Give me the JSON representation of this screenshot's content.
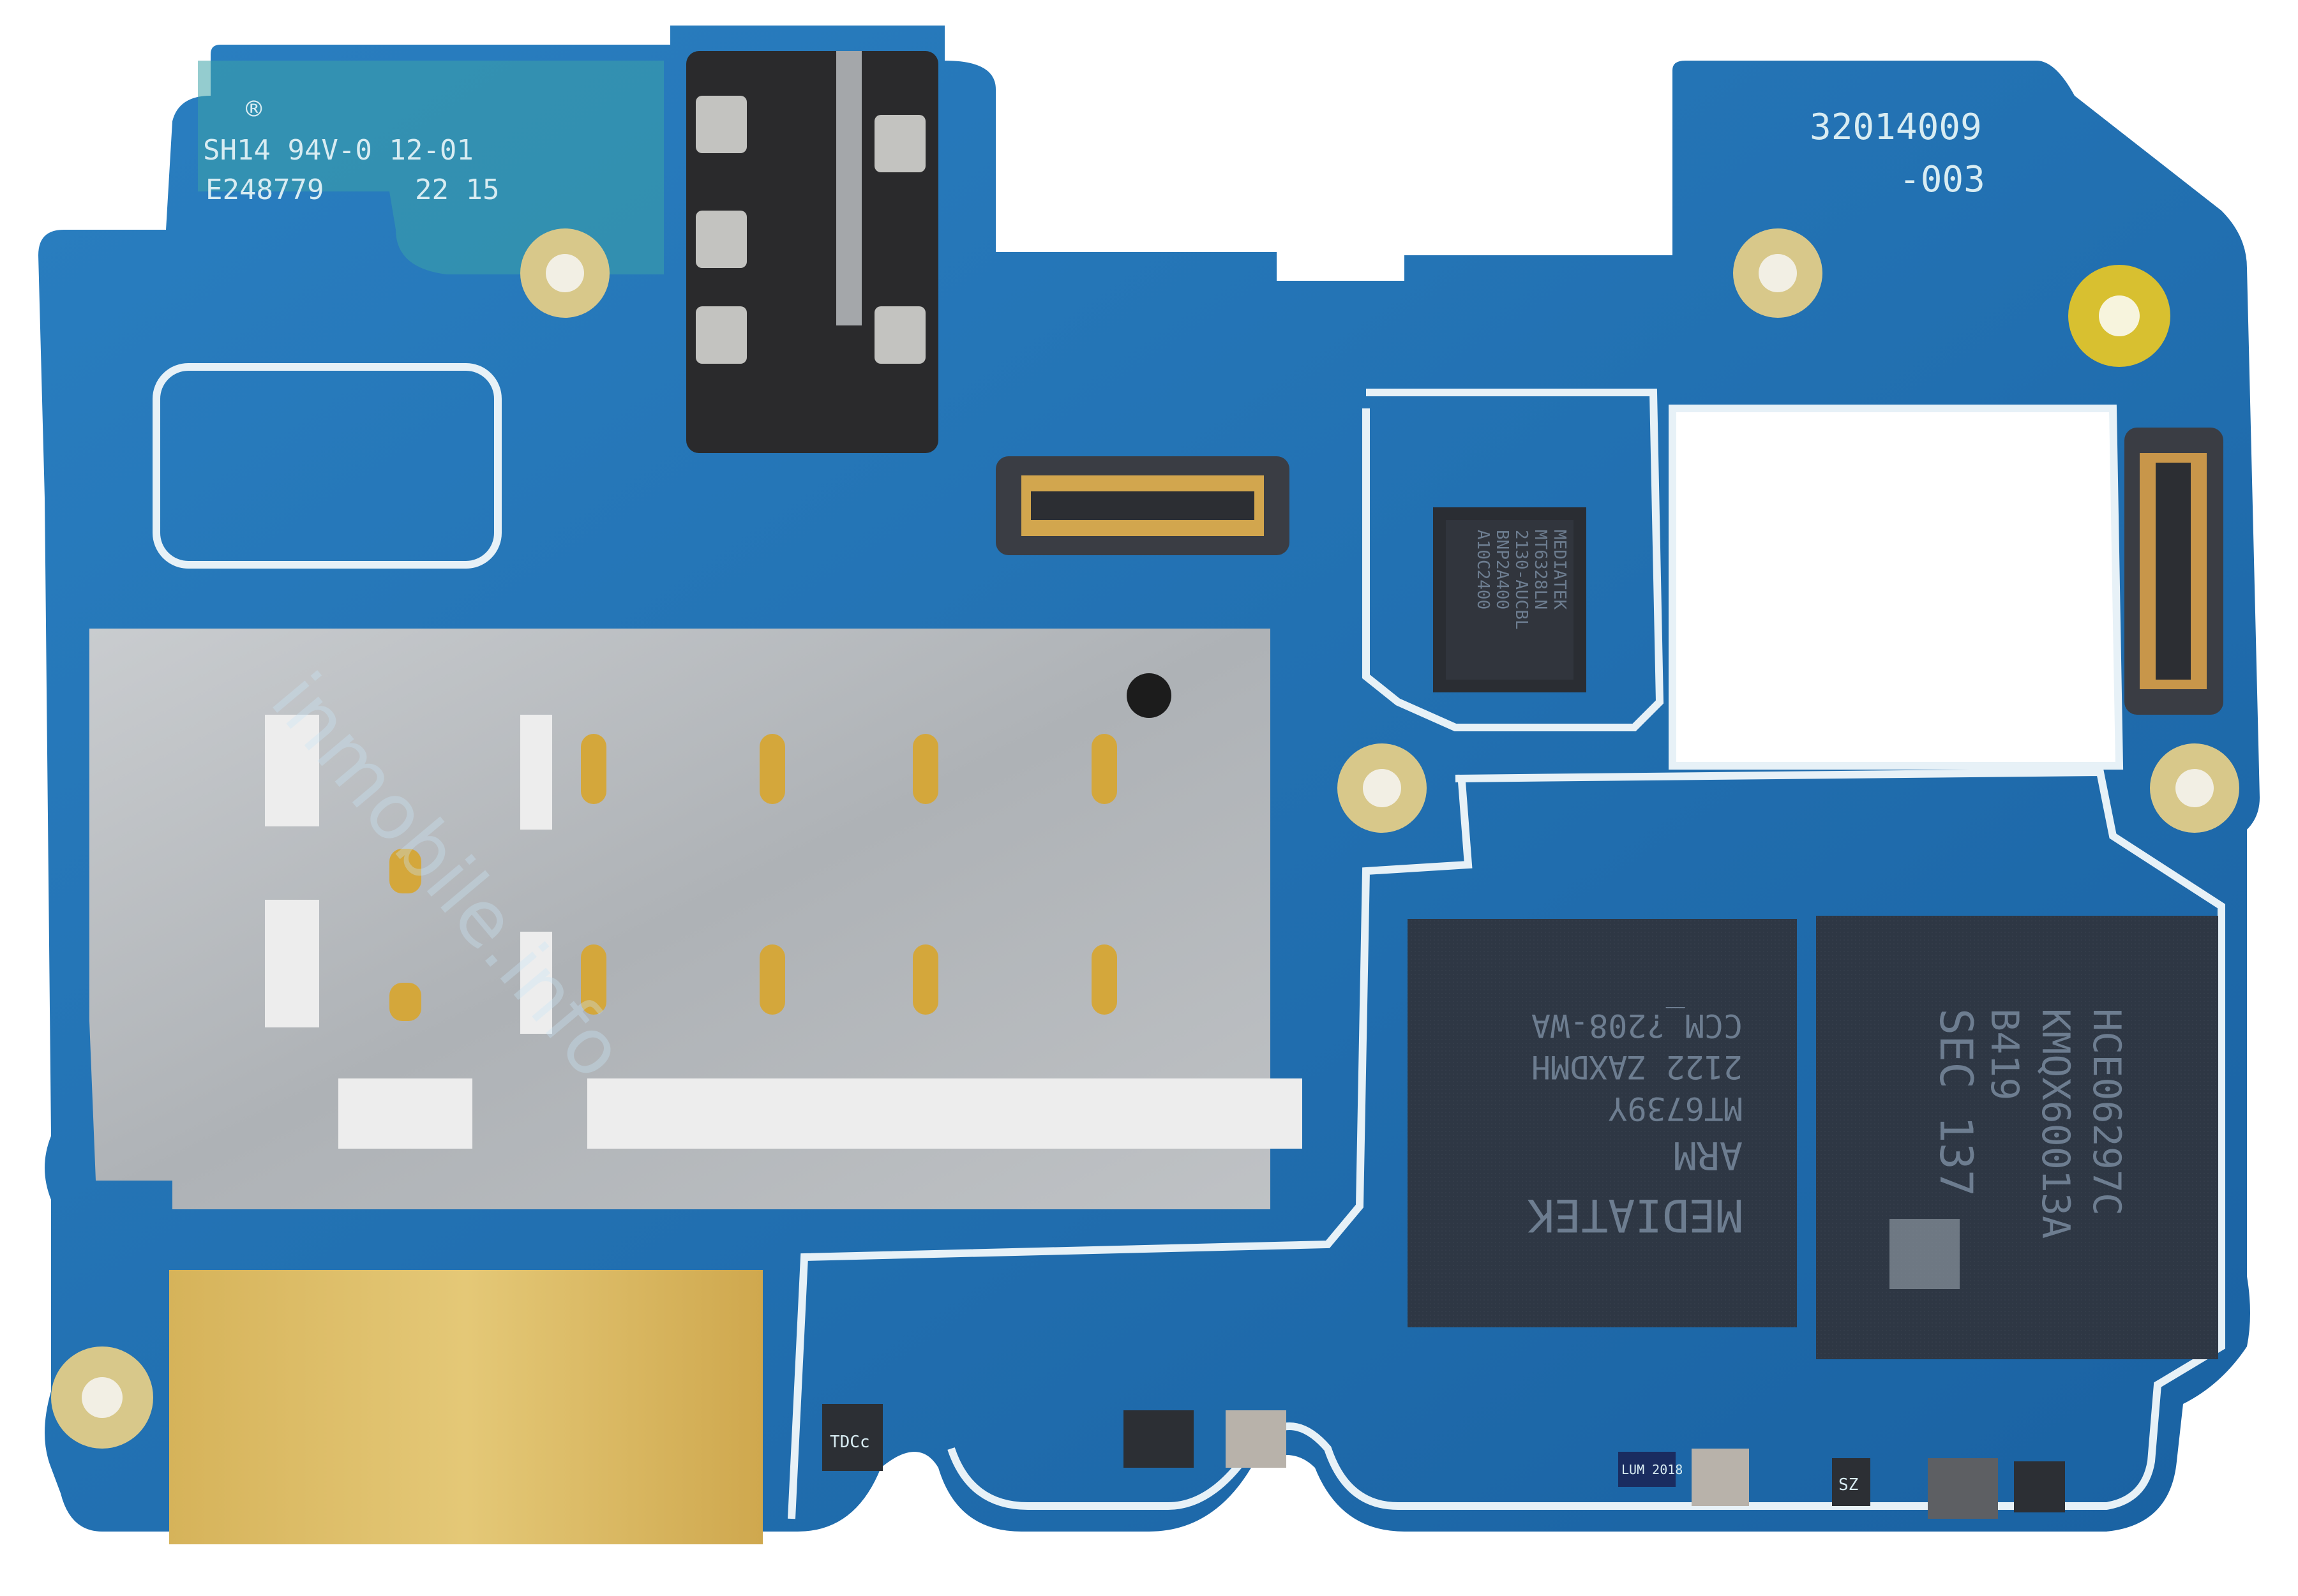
{
  "silkscreen": {
    "ul_code": "SH14 94V-0 12-01",
    "ul_file": "E248779",
    "date_code": "22 15",
    "part_number": "32014009",
    "part_suffix": "-003",
    "registered_mark": "®"
  },
  "chips": {
    "soc": {
      "brand": "MEDIATEK",
      "core": "ARM",
      "model": "MT6739Y",
      "line3": "2122 ZAXDMH",
      "line4": "CCM_?208-WA"
    },
    "memory": {
      "brand": "SEC 137",
      "line2": "B419",
      "model": "KMQX60013A",
      "line4": "HCE06297C"
    },
    "pmic": {
      "line1": "MEDIATEK",
      "line2": "MT6328LN",
      "line3": "2130-AUCBL",
      "line4": "BNP2A400",
      "line5": "A10C2400"
    },
    "inductor_label": "TDCc",
    "lum_label": "LUM 2018",
    "sz_label": "SZ"
  },
  "watermark": "inmobile.info",
  "colors": {
    "pcb_blue": "#1e6fb0",
    "copper_gold": "#d8b860",
    "shield_silver": "#b7bbbe",
    "chip_dark": "#2b3340"
  }
}
